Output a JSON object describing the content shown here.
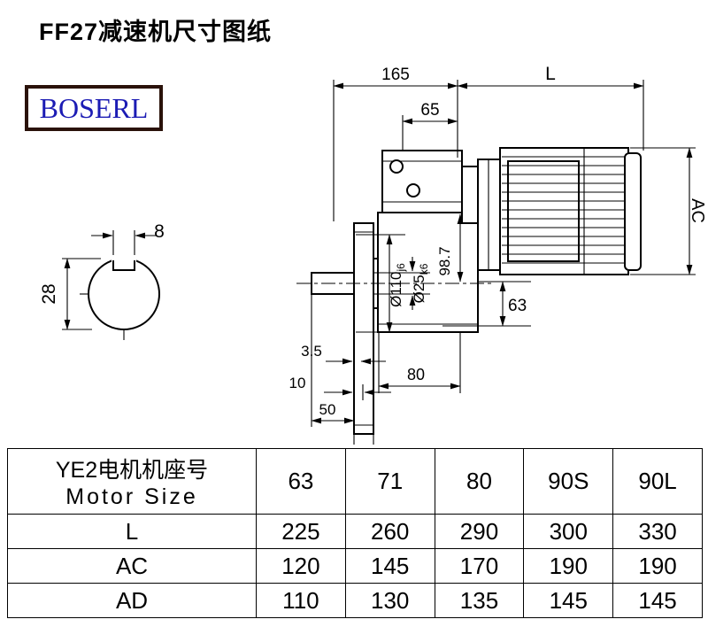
{
  "page": {
    "title": "FF27减速机尺寸图纸",
    "brand": "BOSERL"
  },
  "drawing": {
    "dims": {
      "len165": "165",
      "lenL": "L",
      "len65": "65",
      "ac": "AC",
      "h63": "63",
      "center987": "98.7",
      "dia110": "Ø110",
      "dia110tol": "j6",
      "dia25": "Ø25",
      "dia25tol": "k6",
      "t35": "3.5",
      "off10": "10",
      "len50": "50",
      "len80": "80",
      "key8": "8",
      "key28": "28"
    }
  },
  "table": {
    "header": {
      "label_line1": "YE2电机机座号",
      "label_line2": "Motor Size",
      "columns": [
        "63",
        "71",
        "80",
        "90S",
        "90L"
      ]
    },
    "rows": [
      {
        "label": "L",
        "values": [
          "225",
          "260",
          "290",
          "300",
          "330"
        ]
      },
      {
        "label": "AC",
        "values": [
          "120",
          "145",
          "170",
          "190",
          "190"
        ]
      },
      {
        "label": "AD",
        "values": [
          "110",
          "130",
          "135",
          "145",
          "145"
        ]
      }
    ]
  }
}
